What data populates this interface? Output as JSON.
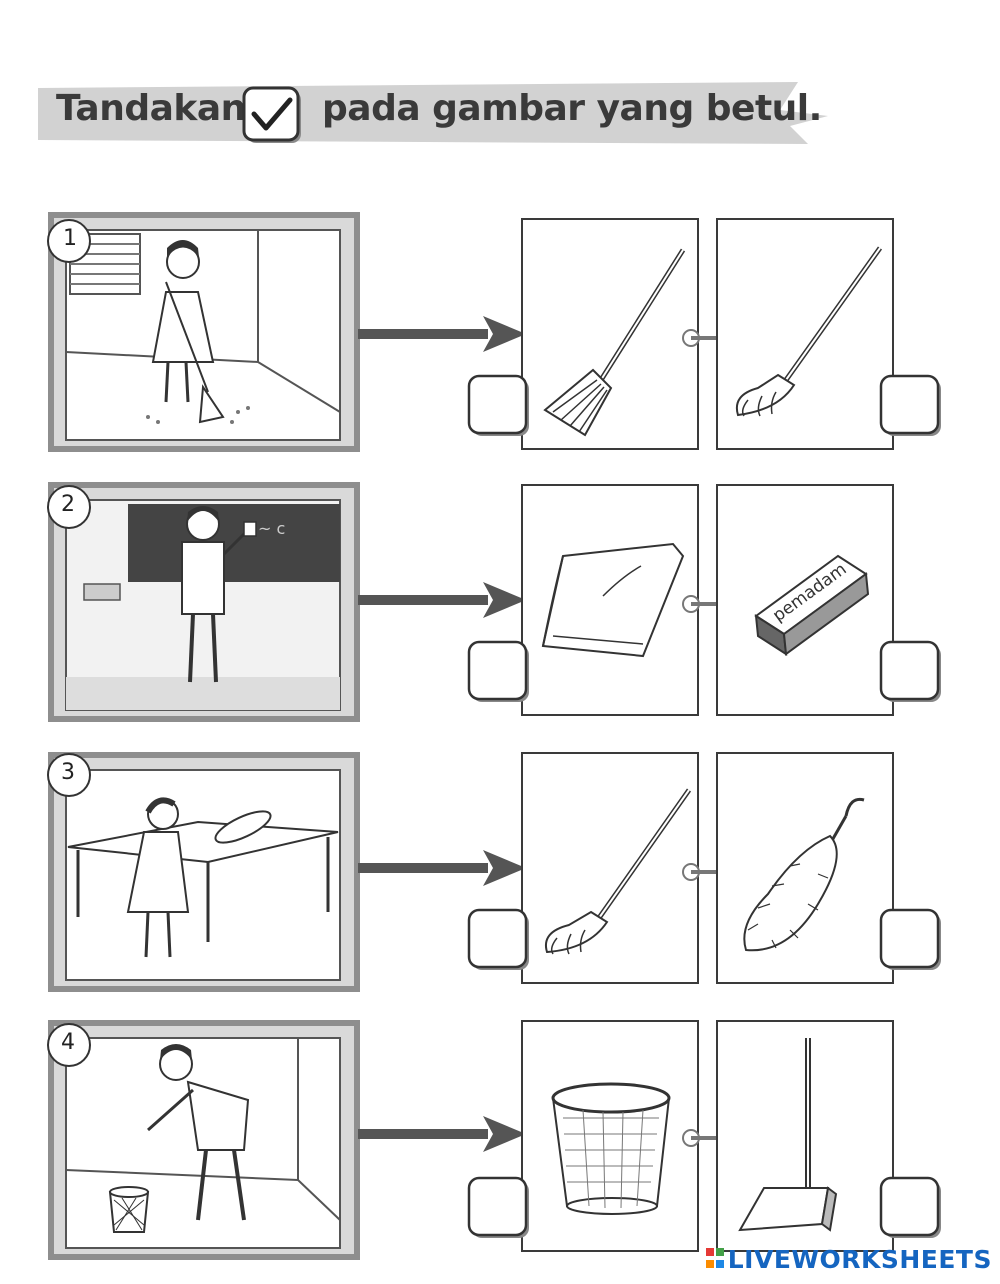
{
  "instruction": {
    "before": "Tandakan",
    "after": "pada gambar yang betul."
  },
  "questions": [
    {
      "number": "1",
      "scene": "girl-sweeping-floor",
      "option_a": "broom",
      "option_b": "mop"
    },
    {
      "number": "2",
      "scene": "boy-wiping-blackboard",
      "option_a": "towel",
      "option_b": "eraser",
      "eraser_label": "pemadam"
    },
    {
      "number": "3",
      "scene": "girl-dusting-table",
      "option_a": "mop",
      "option_b": "feather-duster"
    },
    {
      "number": "4",
      "scene": "boy-throwing-rubbish",
      "option_a": "waste-basket",
      "option_b": "dustpan"
    }
  ],
  "watermark": "LIVEWORKSHEETS",
  "colors": {
    "frame": "#8a8a8a",
    "banner": "#cfcfcf",
    "arrow": "#555555",
    "logo": "#1565c0"
  }
}
